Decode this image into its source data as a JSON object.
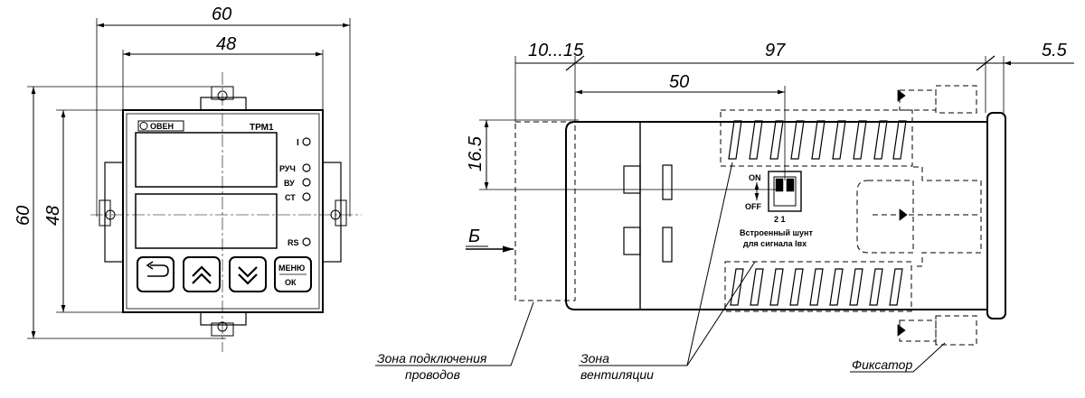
{
  "front_view": {
    "dim_outer_width": "60",
    "dim_inner_width": "48",
    "dim_outer_height": "60",
    "dim_inner_height": "48",
    "logo": "ОВЕН",
    "model": "ТРМ1",
    "indicators": [
      "I",
      "РУЧ",
      "ВУ",
      "СТ",
      "RS"
    ],
    "buttons": {
      "menu_top": "МЕНЮ",
      "menu_bottom": "ОК"
    }
  },
  "side_view": {
    "dim_wire_zone": "10...15",
    "dim_total_depth": "97",
    "dim_front_depth": "5.5",
    "dim_switch_pos": "50",
    "dim_vertical": "16.5",
    "view_label": "Б",
    "switch_on": "ON",
    "switch_off": "OFF",
    "switch_numbers": "2 1",
    "shunt_line1": "Встроенный шунт",
    "shunt_line2": "для сигнала Iвх",
    "callouts": {
      "wire_zone_line1": "Зона подключения",
      "wire_zone_line2": "проводов",
      "vent_zone_line1": "Зона",
      "vent_zone_line2": "вентиляции",
      "latch": "Фиксатор"
    }
  }
}
